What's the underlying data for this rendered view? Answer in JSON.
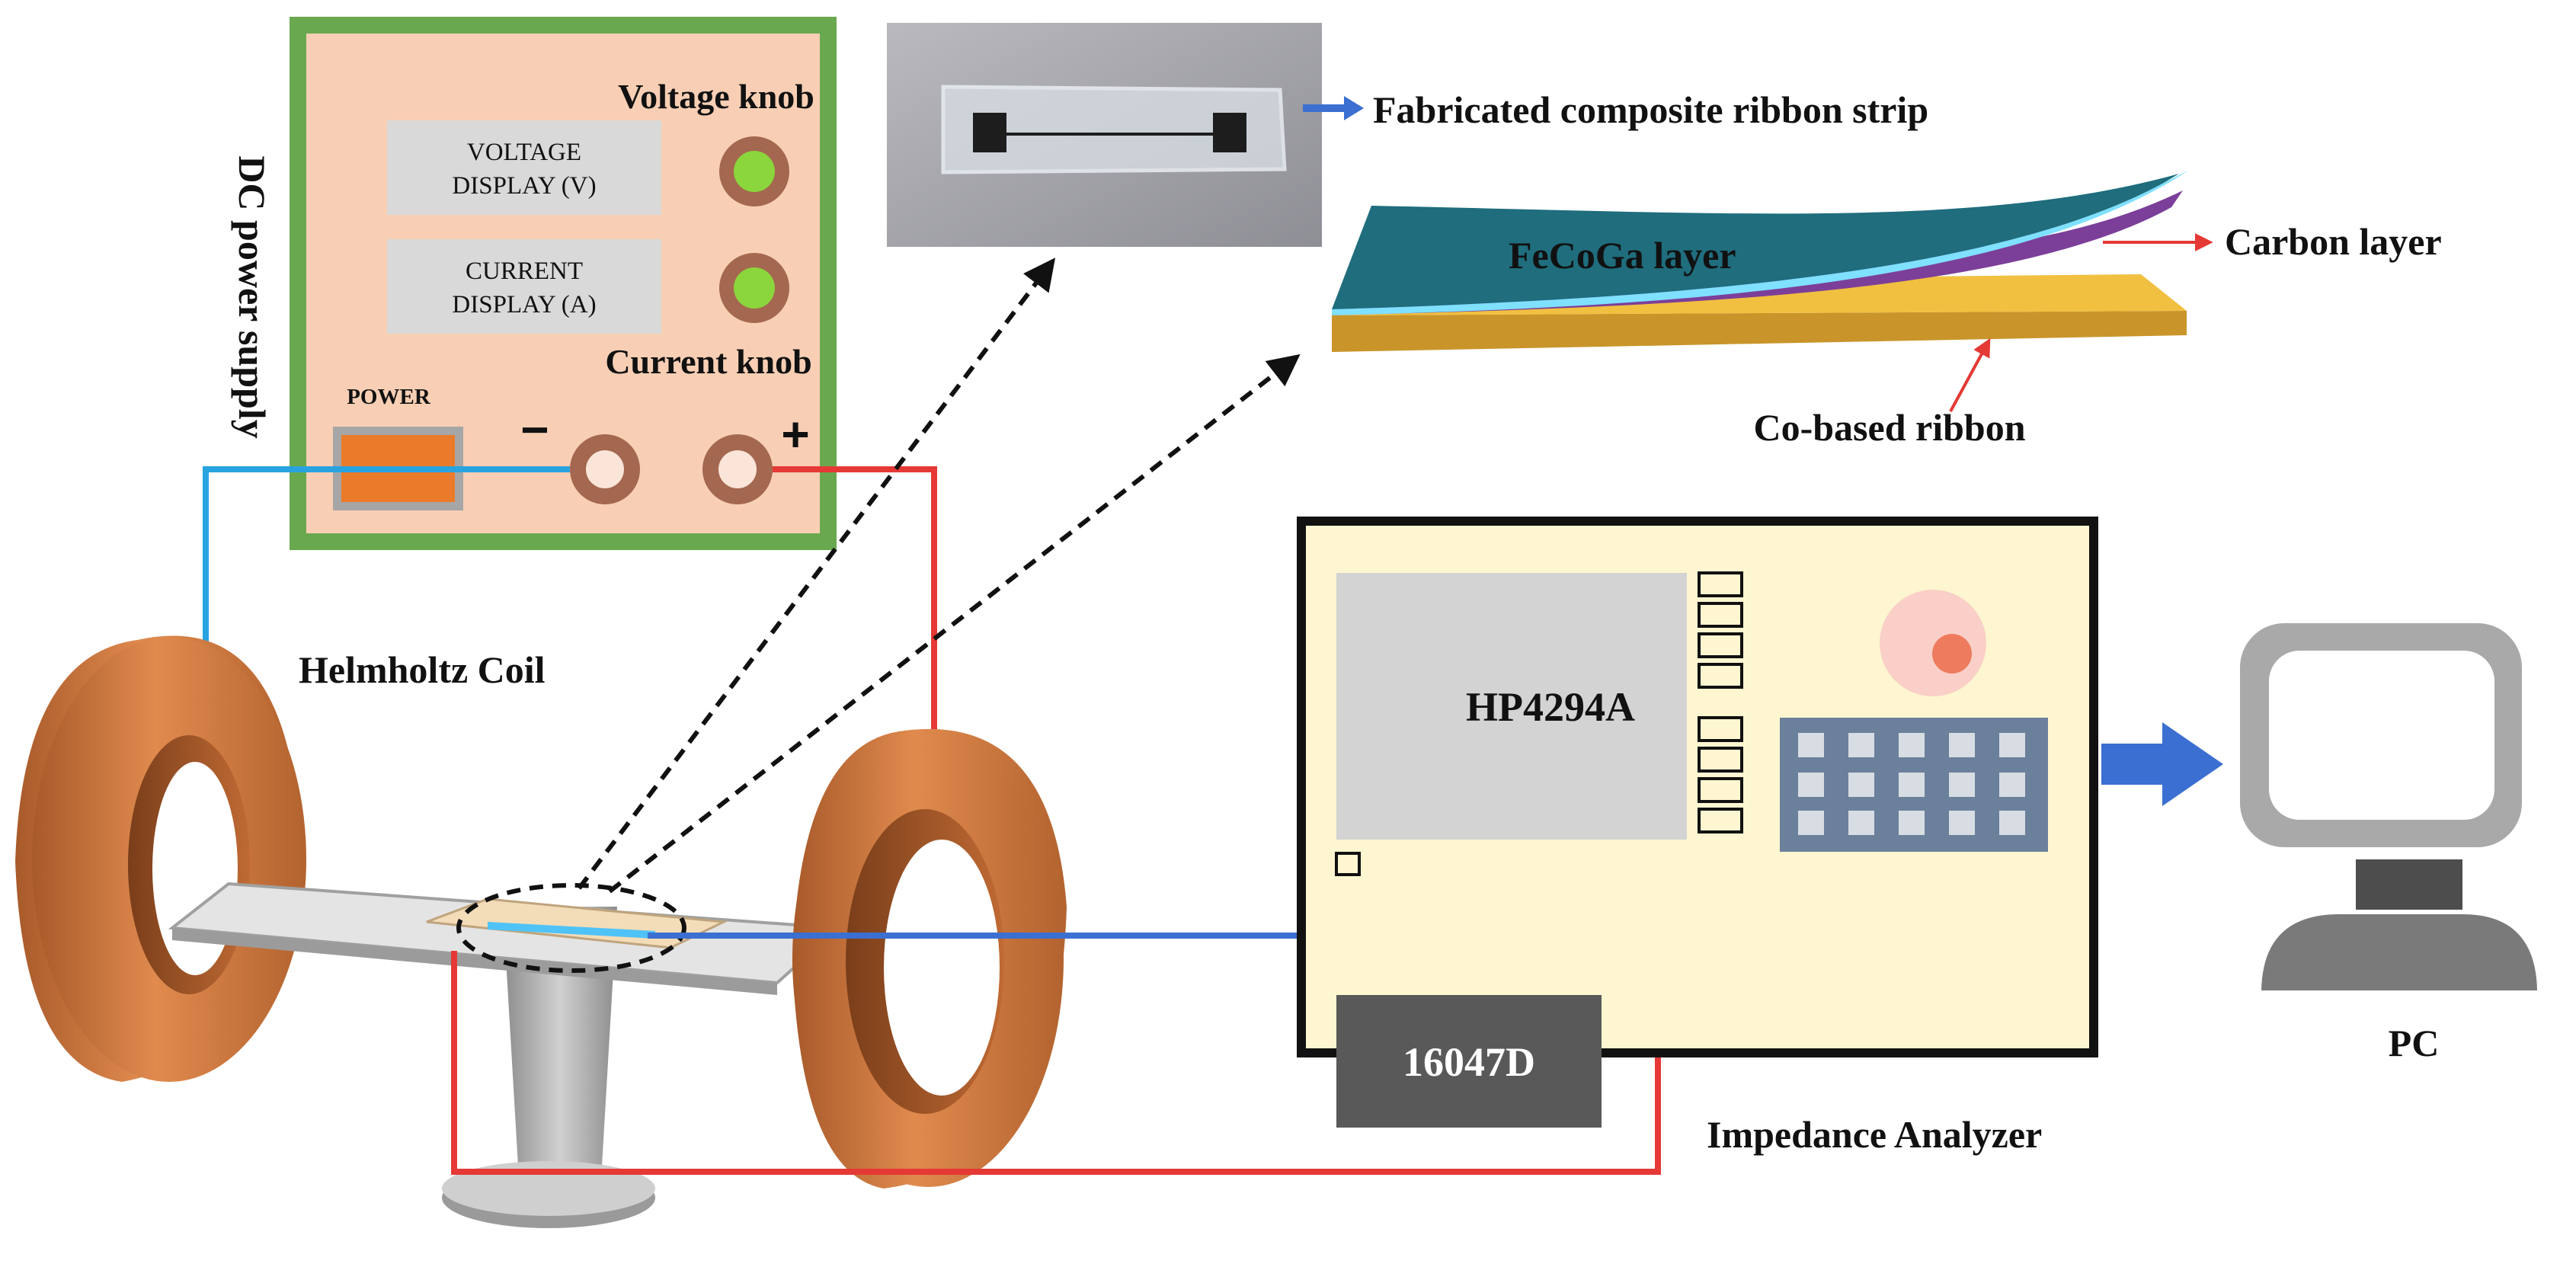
{
  "diagram": {
    "power_supply": {
      "title": "DC power supply",
      "voltage_display": [
        "VOLTAGE",
        "DISPLAY  (V)"
      ],
      "current_display": [
        "CURRENT",
        "DISPLAY  (A)"
      ],
      "voltage_knob": "Voltage knob",
      "current_knob": "Current knob",
      "power_label": "POWER",
      "minus_sign": "−",
      "plus_sign": "+"
    },
    "helmholtz_coil": "Helmholtz Coil",
    "sample_photo_label": "Fabricated composite ribbon strip",
    "layers": {
      "top": "FeCoGa layer",
      "middle": "Carbon layer",
      "bottom": "Co-based ribbon"
    },
    "impedance_analyzer": {
      "title": "Impedance Analyzer",
      "model": "HP4294A",
      "fixture": "16047D"
    },
    "pc_label": "PC",
    "colors": {
      "copper": "#c8733a",
      "panel_fill": "#f8cfb4",
      "panel_border": "#6aa84f",
      "analyzer_fill": "#fdf6d0",
      "red_wire": "#e53935",
      "blue_wire": "#1e88e5",
      "fecoga": "#1f6d7d",
      "ribbon": "#f1c040"
    }
  }
}
